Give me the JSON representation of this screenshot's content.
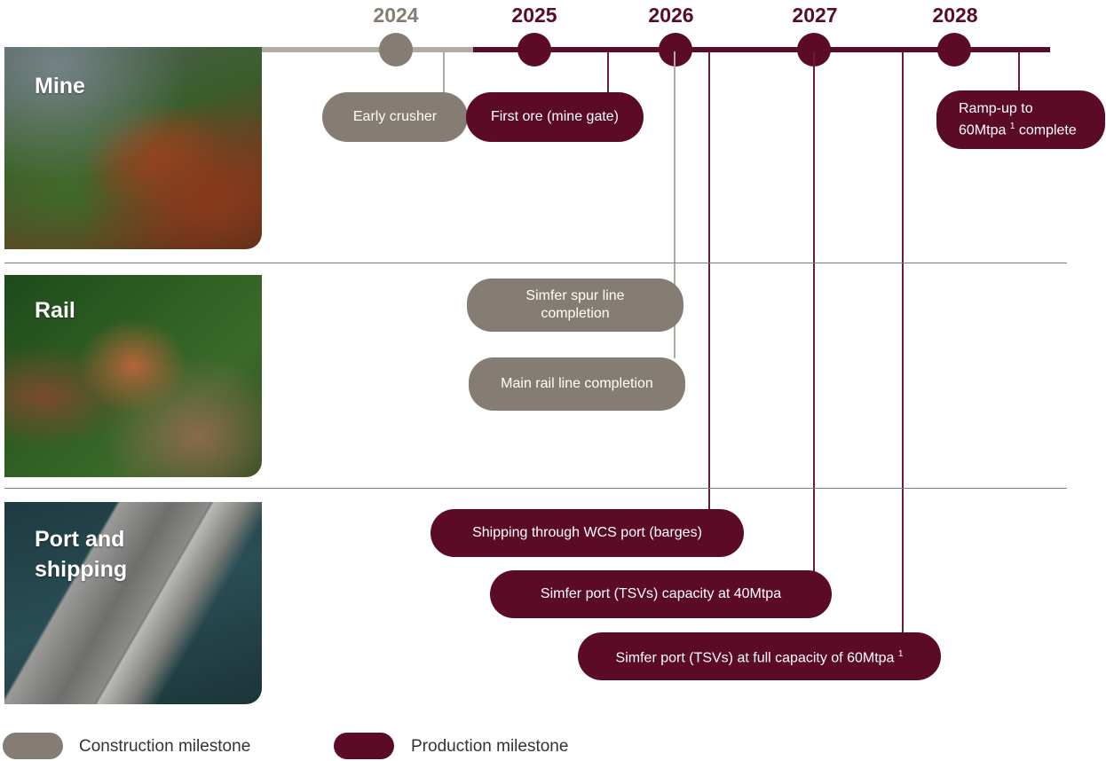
{
  "years": [
    {
      "label": "2024",
      "kind": "construction"
    },
    {
      "label": "2025",
      "kind": "production"
    },
    {
      "label": "2026",
      "kind": "production"
    },
    {
      "label": "2027",
      "kind": "production"
    },
    {
      "label": "2028",
      "kind": "production"
    }
  ],
  "sections": {
    "mine": "Mine",
    "rail": "Rail",
    "port_line1": "Port and",
    "port_line2": "shipping"
  },
  "milestones": {
    "early_crusher": "Early crusher",
    "first_ore": "First ore (mine gate)",
    "ramp_up_line1": "Ramp-up to",
    "ramp_up_line2_a": "60Mtpa",
    "ramp_up_footnote": "1",
    "ramp_up_line2_b": "complete",
    "spur_line": "Simfer spur line completion",
    "main_rail": "Main rail line completion",
    "wcs_shipping": "Shipping through WCS port (barges)",
    "port_40": "Simfer port (TSVs) capacity at 40Mtpa",
    "port_60": "Simfer port (TSVs) at full capacity of 60Mtpa",
    "port_60_footnote": "1"
  },
  "legend": {
    "construction": "Construction milestone",
    "production": "Production milestone"
  },
  "colors": {
    "construction": "#857d73",
    "production": "#5b0b26"
  }
}
